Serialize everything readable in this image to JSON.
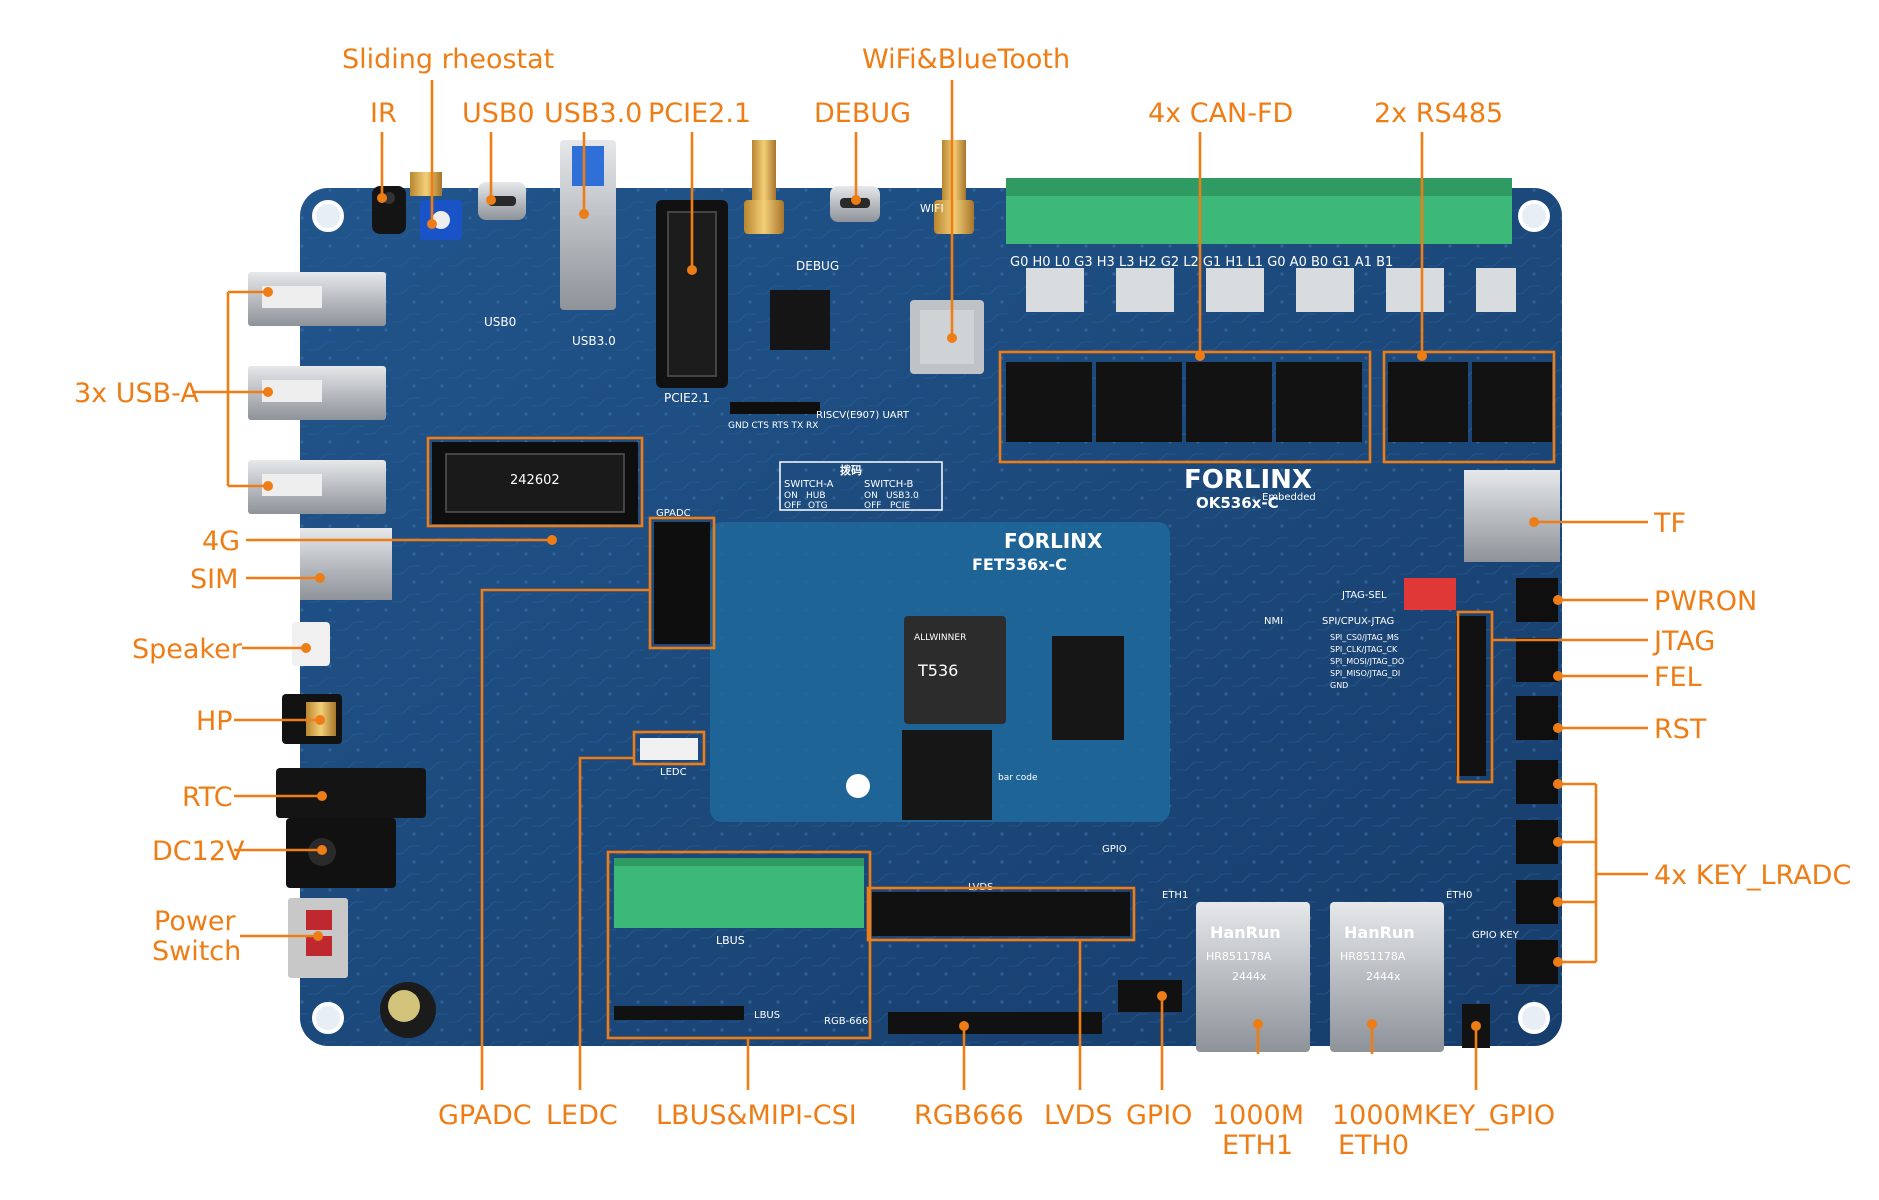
{
  "board": {
    "brand": "FORLINX",
    "brand_sub": "Embedded",
    "model": "OK536x-C",
    "som_brand": "FORLINX",
    "som_model": "FET536x-C",
    "cpu_vendor": "ALLWINNER",
    "cpu": "T536",
    "eth_brand": "HanRun",
    "eth_part": "HR851178A",
    "eth_date": "2444x",
    "switch_title": "拨码",
    "switch_a": "SWITCH-A",
    "switch_b": "SWITCH-B",
    "sw_on": "ON",
    "sw_off": "OFF",
    "sw_hub": "HUB",
    "sw_usb": "USB3.0",
    "sw_otg": "OTG",
    "sw_pcie": "PCIE",
    "uart_label": "RISCV(E907) UART",
    "uart_pins": "GND CTS RTS TX RX",
    "jtag_sel": "JTAG-SEL",
    "jtag_title": "SPI/CPUX-JTAG",
    "jtag_pins": [
      "SPI_CS0/JTAG_MS",
      "SPI_CLK/JTAG_CK",
      "SPI_MOSI/JTAG_DO",
      "SPI_MISO/JTAG_DI",
      "GND"
    ],
    "can_pins": "G0  H0  L0  G3  H3  L3  H2  G2  L2  G1  H1  L1  G0  A0  B0  G1  A1  B1",
    "lvds_silk": "LVDS",
    "lbus_silk": "LBUS",
    "rgb_silk": "RGB-666",
    "gpio_silk": "GPIO",
    "ledc_silk": "LEDC",
    "gpadc_silk": "GPADC",
    "debug_silk": "DEBUG",
    "usb0_silk": "USB0",
    "usb3_silk": "USB3.0",
    "pcie_silk": "PCIE2.1",
    "mpcie_silk": "242602",
    "wifi_silk": "WIFI",
    "eth1_silk": "ETH1",
    "eth0_silk": "ETH0",
    "nmi_silk": "NMI",
    "gpio_key_silk": "GPIO KEY",
    "barcode_silk": "bar code"
  },
  "labels": {
    "sliding_rheostat": "Sliding rheostat",
    "ir": "IR",
    "usb0": "USB0",
    "usb30": "USB3.0",
    "pcie21": "PCIE2.1",
    "debug": "DEBUG",
    "wifi_bt": "WiFi&BlueTooth",
    "can_fd": "4x CAN-FD",
    "rs485": "2x RS485",
    "usb_a": "3x USB-A",
    "g4": "4G",
    "sim": "SIM",
    "speaker": "Speaker",
    "hp": "HP",
    "rtc": "RTC",
    "dc12v": "DC12V",
    "power_switch_1": "Power",
    "power_switch_2": "Switch",
    "tf": "TF",
    "pwron": "PWRON",
    "jtag": "JTAG",
    "fel": "FEL",
    "rst": "RST",
    "key_lradc": "4x KEY_LRADC",
    "gpadc": "GPADC",
    "ledc": "LEDC",
    "lbus_mipi": "LBUS&MIPI-CSI",
    "rgb666": "RGB666",
    "lvds": "LVDS",
    "gpio": "GPIO",
    "eth1_a": "1000M",
    "eth1_b": "ETH1",
    "eth0_a": "1000M",
    "eth0_b": "ETH0",
    "key_gpio": "KEY_GPIO"
  },
  "colors": {
    "accent": "#ee7d16",
    "pcb": "#1d4a7d",
    "pcb_dark": "#163a66",
    "som": "#1f6496",
    "terminal": "#3cb878",
    "silk": "#ffffff"
  }
}
